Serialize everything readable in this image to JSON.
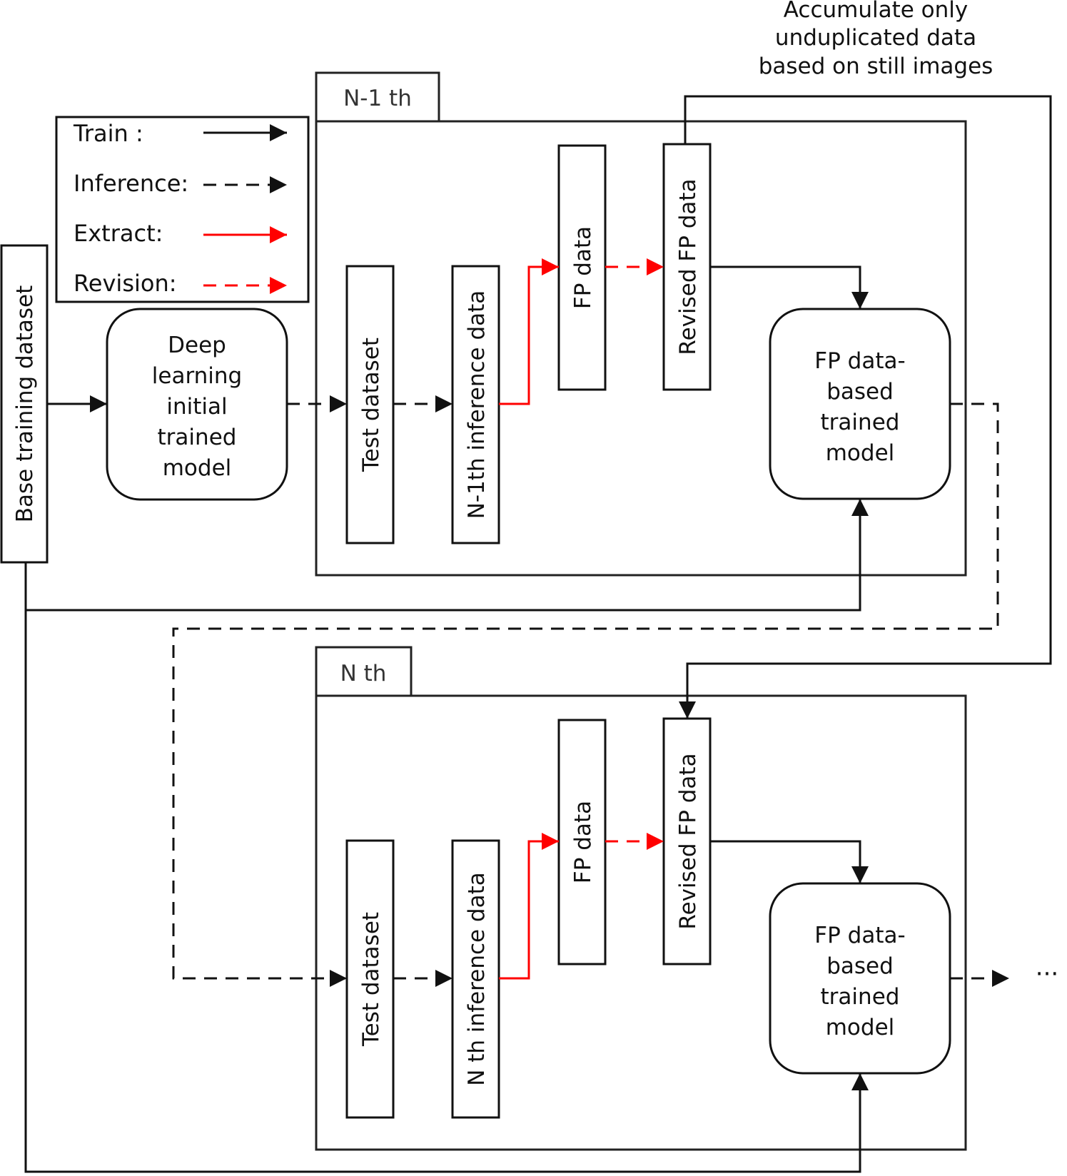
{
  "legend": {
    "train": "Train :",
    "inference": "Inference:",
    "extract": "Extract:",
    "revision": "Revision:"
  },
  "base_training": "Base training dataset",
  "initial_model": [
    "Deep",
    "learning",
    "initial",
    "trained",
    "model"
  ],
  "note": [
    "Accumulate only",
    "unduplicated data",
    "based on still images"
  ],
  "stage1": {
    "tab": "N-1 th",
    "test": "Test dataset",
    "inference": "N-1th inference data",
    "fp": "FP data",
    "revised": "Revised FP data",
    "model": [
      "FP data-",
      "based",
      "trained",
      "model"
    ]
  },
  "stage2": {
    "tab": "N th",
    "test": "Test dataset",
    "inference": "N th inference data",
    "fp": "FP data",
    "revised": "Revised FP data",
    "model": [
      "FP data-",
      "based",
      "trained",
      "model"
    ]
  },
  "continuation": "···",
  "colors": {
    "train": "#111111",
    "extract": "#ff0000"
  }
}
